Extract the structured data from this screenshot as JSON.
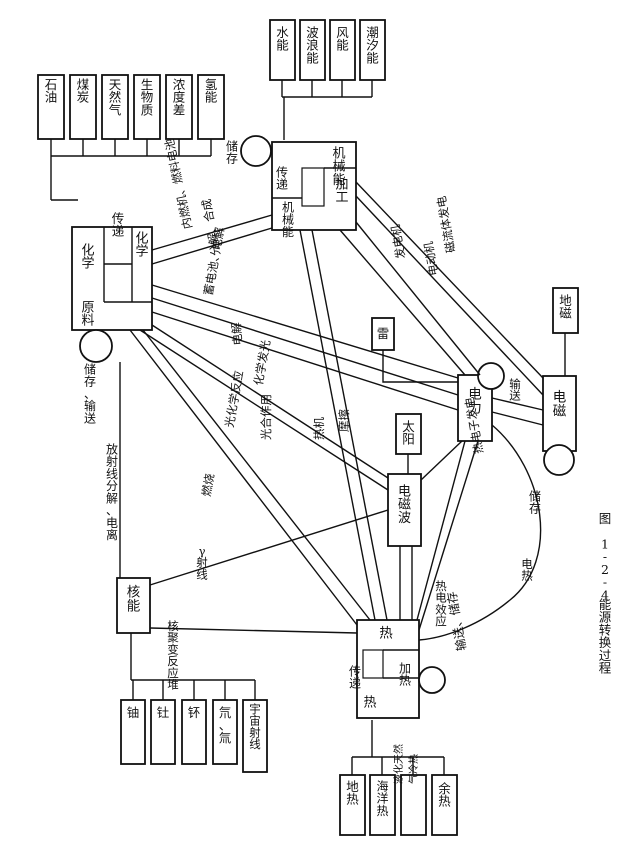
{
  "figure": {
    "number": "图 1-2-4",
    "caption": "能源转换过程"
  },
  "sources": {
    "chemical": [
      "石油",
      "煤炭",
      "天然气",
      "生物质",
      "浓度差",
      "氢能"
    ],
    "mechanical": [
      "水能",
      "波浪能",
      "风能",
      "潮汐能"
    ],
    "nuclear": [
      "铀",
      "钍",
      "钚",
      "氘、氚",
      "宇宙射线"
    ],
    "thermal": [
      "地热",
      "海洋热",
      "液化天然气冷热",
      "余热"
    ],
    "solar": "太阳",
    "lightning": "雷",
    "geomagnetism": "地磁"
  },
  "nodes": {
    "chemical": {
      "main": "化学",
      "inner": "化学",
      "raw": "原料",
      "transfer": "传递"
    },
    "mechanical": {
      "main": "机械能",
      "inner": "机械能",
      "transfer": "传递",
      "process": "加工"
    },
    "nuclear": "核能",
    "thermal": {
      "main": "热",
      "inner": "热",
      "transfer": "传递",
      "heating": "加热"
    },
    "electromagnetic": "电磁波",
    "electric": "电力",
    "magnetic": "电磁"
  },
  "edge_labels": {
    "chem_storage": "储存、输送",
    "radiolysis": "放射线分解、电离",
    "chem_mech": "内燃机、燃料电池",
    "chem_mech_rev": "分解、合成",
    "battery": "蓄电池、电解",
    "electrolysis": "电解",
    "chem_light": "化学发光",
    "photochem": "光化学反应",
    "combustion": "燃烧",
    "photosynth": "光合作用",
    "gamma": "γ射线",
    "nuclear_reaction": "核聚变反应堆",
    "heat_engine": "热机",
    "friction": "摩擦",
    "mech_storage": "储存",
    "generator": "发电机",
    "motor": "电动机",
    "mhd": "磁流体发电",
    "transmission": "输送",
    "mag_storage": "储存",
    "thermionic": "热电子发电",
    "thermoelectric": "热电效应",
    "electric_heat": "电热",
    "heat_storage": "输送、储存"
  }
}
